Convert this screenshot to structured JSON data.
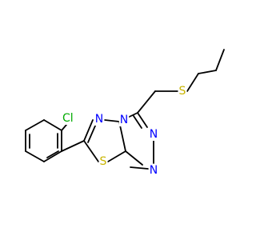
{
  "molecule": {
    "atoms": [
      {
        "id": "cl",
        "label": "Cl",
        "color": "#00aa00"
      },
      {
        "id": "s_ring",
        "label": "S",
        "color": "#c8b400"
      },
      {
        "id": "s_chain",
        "label": "S",
        "color": "#c8b400"
      },
      {
        "id": "n1",
        "label": "N",
        "color": "#0000ff"
      },
      {
        "id": "n2",
        "label": "N",
        "color": "#0000ff"
      },
      {
        "id": "n3",
        "label": "N",
        "color": "#0000ff"
      },
      {
        "id": "n4",
        "label": "N",
        "color": "#0000ff"
      }
    ]
  }
}
